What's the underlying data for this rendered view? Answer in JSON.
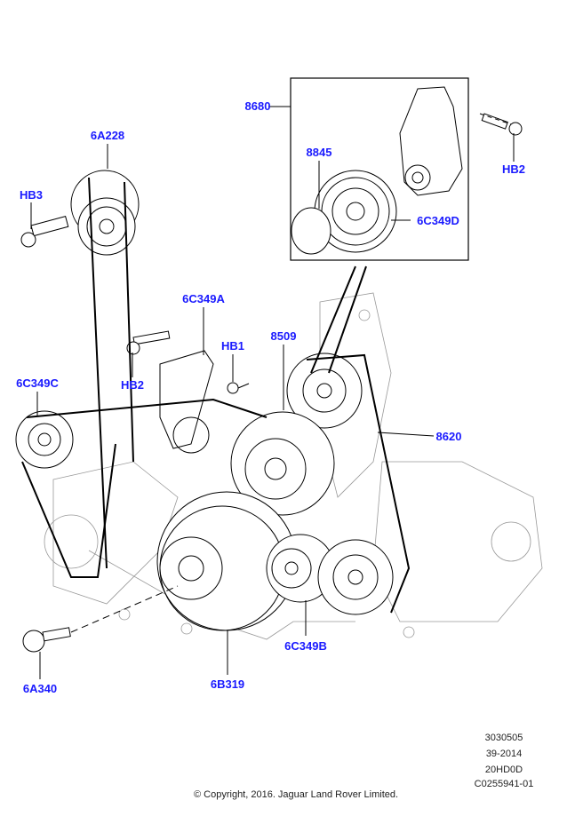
{
  "callouts": {
    "c8680": "8680",
    "c6A228": "6A228",
    "cHB3": "HB3",
    "c8845": "8845",
    "cHB2_top": "HB2",
    "c6C349D": "6C349D",
    "c6C349A": "6C349A",
    "cHB1": "HB1",
    "cHB2_mid": "HB2",
    "c8509": "8509",
    "c6C349C": "6C349C",
    "c8620": "8620",
    "c6A340": "6A340",
    "c6B319": "6B319",
    "c6C349B": "6C349B"
  },
  "meta": [
    "3030505",
    "39-2014",
    "20HD0D",
    "C0255941-01"
  ],
  "copyright": "© Copyright, 2016. Jaguar Land Rover Limited.",
  "colors": {
    "callout": "#1a1aff",
    "line": "#000000"
  }
}
